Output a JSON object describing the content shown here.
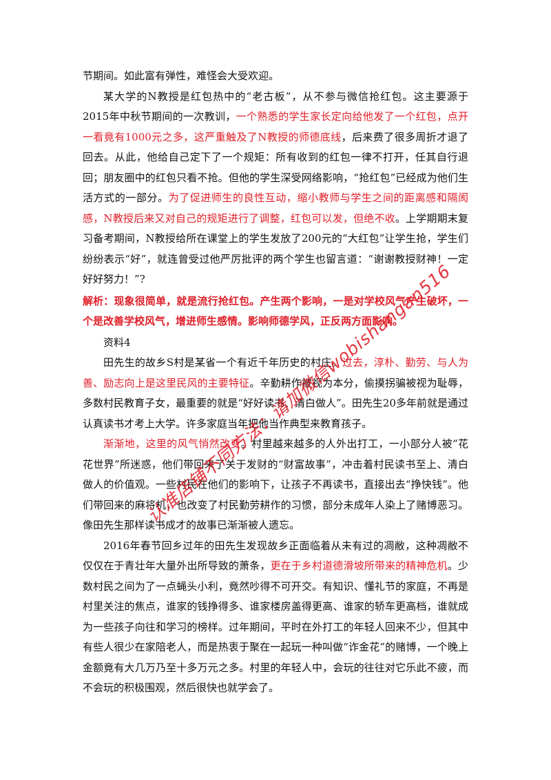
{
  "document": {
    "p1": "节期间。如此富有弹性，难怪会大受欢迎。",
    "p2": {
      "a": "某大学的N教授是红包热中的“老古板”，从不参与微信抢红包。这主要源于2015年中秋节期间的一次教训，",
      "b": "一个熟悉的学生家长定向给他发了一个红包，点开一看竟有1000元之多，这严重触及了N教授的师德底线",
      "c": "，后来费了很多周折才退了回去。从此，他给自己定下了一个规矩：所有收到的红包一律不打开，任其自行退回；朋友圈中的红包只看不抢。但他的学生深受网络影响，“抢红包”已经成为他们生活方式的一部分。",
      "d": "为了促进师生的良性互动，缩小教师与学生之间的距离感和隔阂感，N教授后来又对自己的规矩进行了调整，红包可以发，但绝不收",
      "e": "。上学期期末复习备考期间，N教授给所在课堂上的学生发放了200元的“大红包”让学生抢，学生们纷纷表示“好”，就连曾受过他严厉批评的两个学生也留言道：“谢谢教授财神！一定好好努力！”?"
    },
    "analysis": "解析：现象很简单，就是流行抢红包。产生两个影响，一是对学校风气产生破坏，一个是改善学校风气，增进师生感情。影响师德学风，正反两方面影响。",
    "heading": "资料4",
    "p3": {
      "a": "田先生的故乡S村是某省一个有近千年历史的村庄。",
      "b": "过去，淳朴、勤劳、与人为善、励志向上是这里民风的主要特征",
      "c": "。辛勤耕作被视为本分，偷摸拐骗被视为耻辱，多数村民教育子女，最重要的就是“好好读书、清白做人”。田先生20多年前就是通过认真读书才考上大学。许多家庭当年把他当作典型来教育孩子。"
    },
    "p4": {
      "a": "渐渐地，这里的风气悄然改变",
      "b": "。村里越来越多的人外出打工，一小部分人被“花花世界”所迷惑，他们带回来了关于发财的“财富故事”，冲击着村民读书至上、清白做人的价值观。一些村民在他们的影响下，让孩子不再读书，直接出去“挣快钱”。他们带回来的麻将机，也改变了村民勤劳耕作的习惯，部分未成年人染上了赌博恶习。像田先生那样读书成才的故事已渐渐被人遗忘。"
    },
    "p5": {
      "a": "2016年春节回乡过年的田先生发现故乡正面临着从未有过的凋敝，这种凋敝不仅仅在于青壮年大量外出所导致的萧条，",
      "b": "更在于乡村道德滑坡所带来的精神危机",
      "c": "。少数村民之间为了一点蝇头小利，竟然吵得不可开交。有知识、懂礼节的家庭，不再是村里关注的焦点，谁家的钱挣得多、谁家楼房盖得更高、谁家的轿车更高档，谁就成为一些孩子向往和学习的榜样。过年期间，平时在外打工的年轻人回来不少，但其中有些人很少在家陪老人，而是热衷于聚在一起玩一种叫做“诈金花”的赌博，一个晚上金额竟有大几万乃至十多万元之多。村里的年轻人中，会玩的往往对它乐此不疲，而不会玩的积极围观，然后很快也就学会了。"
    },
    "watermark": "认准店铺不同方法：请加微信wobishangan516"
  },
  "colors": {
    "red": "#e0202a",
    "text": "#111111"
  }
}
